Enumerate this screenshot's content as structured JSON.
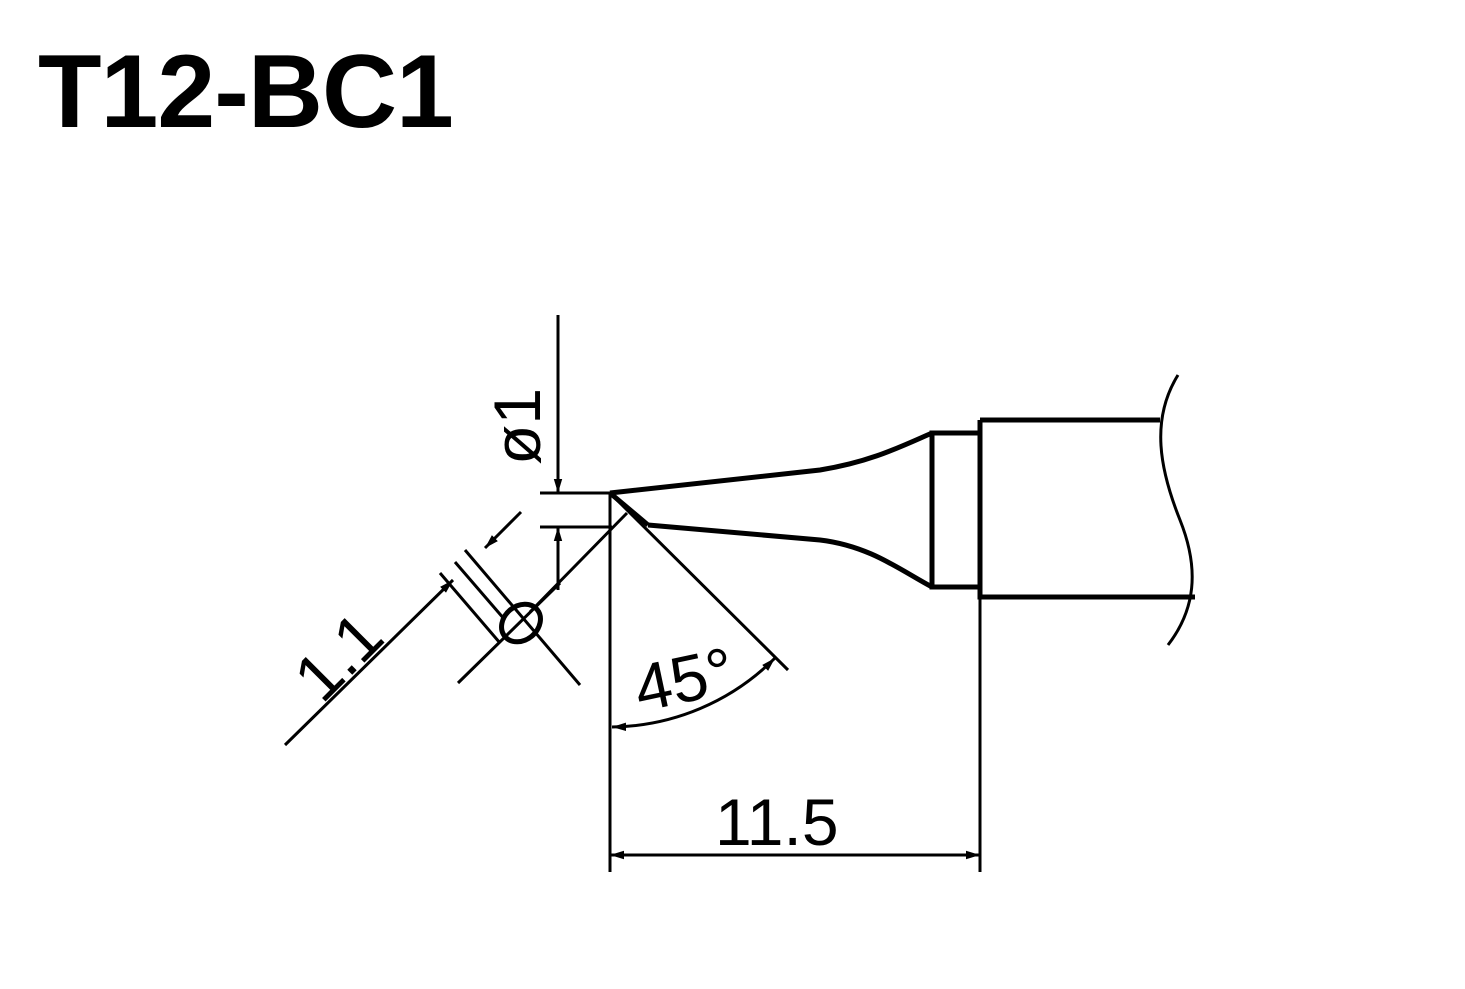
{
  "title": "T12-BC1",
  "dimensions": {
    "tip_diameter": "ø1",
    "bevel_width": "1.1",
    "bevel_angle": "45°",
    "length": "11.5"
  },
  "colors": {
    "ink": "#000000",
    "background": "#ffffff"
  }
}
